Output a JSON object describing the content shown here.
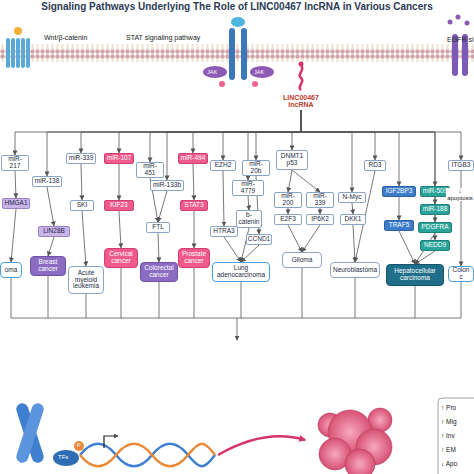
{
  "diagram": {
    "title": "Signaling Pathways Underlying The Role of LINC00467 lncRNA in Various Cancers",
    "nodes": [
      {
        "text": [
          "LINC00467 lncRNA"
        ]
      },
      {
        "text": [
          "miR-217"
        ]
      },
      {
        "text": [
          "HMGA1"
        ]
      },
      {
        "text": [
          "miR-138"
        ]
      },
      {
        "text": [
          "LIN28B"
        ]
      },
      {
        "text": [
          "miR-339"
        ]
      },
      {
        "text": [
          "SKI"
        ]
      },
      {
        "text": [
          "miR-107"
        ]
      },
      {
        "text": [
          "KIF23"
        ]
      },
      {
        "text": [
          "miR-451"
        ]
      },
      {
        "text": [
          "miR-133b"
        ]
      },
      {
        "text": [
          "FTL"
        ]
      },
      {
        "text": [
          "miR-494"
        ]
      },
      {
        "text": [
          "STAT3"
        ]
      },
      {
        "text": [
          "EZH2"
        ]
      },
      {
        "text": [
          "miR-4779"
        ]
      },
      {
        "text": [
          "miR-20b"
        ]
      },
      {
        "text": [
          "HTRA3"
        ]
      },
      {
        "text": [
          "b-catenin"
        ]
      },
      {
        "text": [
          "CCND1"
        ]
      },
      {
        "text": [
          "DNMT1 p53"
        ]
      },
      {
        "text": [
          "miR-200"
        ]
      },
      {
        "text": [
          "miR-339"
        ]
      },
      {
        "text": [
          "E2F3"
        ]
      },
      {
        "text": [
          "IP6K2"
        ]
      },
      {
        "text": [
          "N-Myc"
        ]
      },
      {
        "text": [
          "DKK1"
        ]
      },
      {
        "text": [
          "RD3"
        ]
      },
      {
        "text": [
          "IGF2BP3"
        ]
      },
      {
        "text": [
          "miR-509"
        ]
      },
      {
        "text": [
          "TRAF5"
        ]
      },
      {
        "text": [
          "miR-188"
        ]
      },
      {
        "text": [
          "PDGFRA"
        ]
      },
      {
        "text": [
          "NEDD9"
        ]
      },
      {
        "text": [
          "ITGB3"
        ]
      },
      {
        "text": [
          "oma"
        ]
      },
      {
        "text": [
          "Breast cancer"
        ]
      },
      {
        "text": [
          "Acute myeloid leukemia"
        ]
      },
      {
        "text": [
          "Cervical cancer"
        ]
      },
      {
        "text": [
          "Colorectal cancer"
        ]
      },
      {
        "text": [
          "Prostate cancer"
        ]
      },
      {
        "text": [
          "Lung adenocarcinoma"
        ]
      },
      {
        "text": [
          "Glioma"
        ]
      },
      {
        "text": [
          "Neuroblastoma"
        ]
      },
      {
        "text": [
          "Hepatocellular carcinoma"
        ]
      },
      {
        "text": [
          "Colon c"
        ]
      }
    ],
    "edges": [
      {
        "from": 0,
        "to": 1,
        "arrow": "to"
      },
      {
        "from": 0,
        "to": 3,
        "arrow": "to"
      },
      {
        "from": 0,
        "to": 5,
        "arrow": "to"
      },
      {
        "from": 0,
        "to": 7,
        "arrow": "to"
      },
      {
        "from": 0,
        "to": 9,
        "arrow": "to"
      },
      {
        "from": 0,
        "to": 10,
        "arrow": "to"
      },
      {
        "from": 0,
        "to": 12,
        "arrow": "to"
      },
      {
        "from": 0,
        "to": 14,
        "arrow": "to"
      },
      {
        "from": 0,
        "to": 15,
        "arrow": "to"
      },
      {
        "from": 0,
        "to": 16,
        "arrow": "to"
      },
      {
        "from": 0,
        "to": 20,
        "arrow": "to"
      },
      {
        "from": 0,
        "to": 25,
        "arrow": "to"
      },
      {
        "from": 0,
        "to": 27,
        "arrow": "to"
      },
      {
        "from": 0,
        "to": 28,
        "arrow": "to"
      },
      {
        "from": 0,
        "to": 29,
        "arrow": "to"
      },
      {
        "from": 0,
        "to": 31,
        "arrow": "to"
      },
      {
        "from": 0,
        "to": 34,
        "arrow": "to"
      },
      {
        "from": 1,
        "to": 2,
        "arrow": "to"
      },
      {
        "from": 2,
        "to": 35,
        "arrow": "to"
      },
      {
        "from": 3,
        "to": 4,
        "arrow": "to"
      },
      {
        "from": 4,
        "to": 36,
        "arrow": "to"
      },
      {
        "from": 5,
        "to": 6,
        "arrow": "to"
      },
      {
        "from": 6,
        "to": 37,
        "arrow": "to"
      },
      {
        "from": 7,
        "to": 8,
        "arrow": "to"
      },
      {
        "from": 8,
        "to": 38,
        "arrow": "to"
      },
      {
        "from": 9,
        "to": 11,
        "arrow": "to"
      },
      {
        "from": 10,
        "to": 11,
        "arrow": "to"
      },
      {
        "from": 11,
        "to": 39,
        "arrow": "to"
      },
      {
        "from": 12,
        "to": 13,
        "arrow": "to"
      },
      {
        "from": 13,
        "to": 40,
        "arrow": "to"
      },
      {
        "from": 14,
        "to": 17,
        "arrow": "to"
      },
      {
        "from": 15,
        "to": 18,
        "arrow": "to"
      },
      {
        "from": 16,
        "to": 19,
        "arrow": "to"
      },
      {
        "from": 17,
        "to": 41,
        "arrow": "to"
      },
      {
        "from": 18,
        "to": 41,
        "arrow": "to"
      },
      {
        "from": 19,
        "to": 41,
        "arrow": "to"
      },
      {
        "from": 20,
        "to": 21,
        "arrow": "to"
      },
      {
        "from": 20,
        "to": 22,
        "arrow": "to"
      },
      {
        "from": 21,
        "to": 23,
        "arrow": "to"
      },
      {
        "from": 22,
        "to": 24,
        "arrow": "to"
      },
      {
        "from": 23,
        "to": 42,
        "arrow": "to"
      },
      {
        "from": 24,
        "to": 42,
        "arrow": "to"
      },
      {
        "from": 25,
        "to": 26,
        "arrow": "to"
      },
      {
        "from": 26,
        "to": 43,
        "arrow": "to"
      },
      {
        "from": 27,
        "to": 43,
        "arrow": "to"
      },
      {
        "from": 28,
        "to": 30,
        "arrow": "to"
      },
      {
        "from": 29,
        "to": 33,
        "arrow": "to"
      },
      {
        "from": 31,
        "to": 32,
        "arrow": "to"
      },
      {
        "from": 30,
        "to": 44,
        "arrow": "to"
      },
      {
        "from": 32,
        "to": 44,
        "arrow": "to"
      },
      {
        "from": 33,
        "to": 44,
        "arrow": "to"
      },
      {
        "from": 34,
        "to": 45,
        "arrow": "to"
      }
    ],
    "labels": [
      "Wnt/β-catenin",
      "STAT signaling pathway",
      "EGFR si",
      "JAK",
      "JAK",
      "↓ apoptosis",
      "TFs",
      "P",
      "↑ Pro",
      "↑ Mig",
      "↑ Inv",
      "↑ EM",
      "↓ Apo"
    ]
  }
}
